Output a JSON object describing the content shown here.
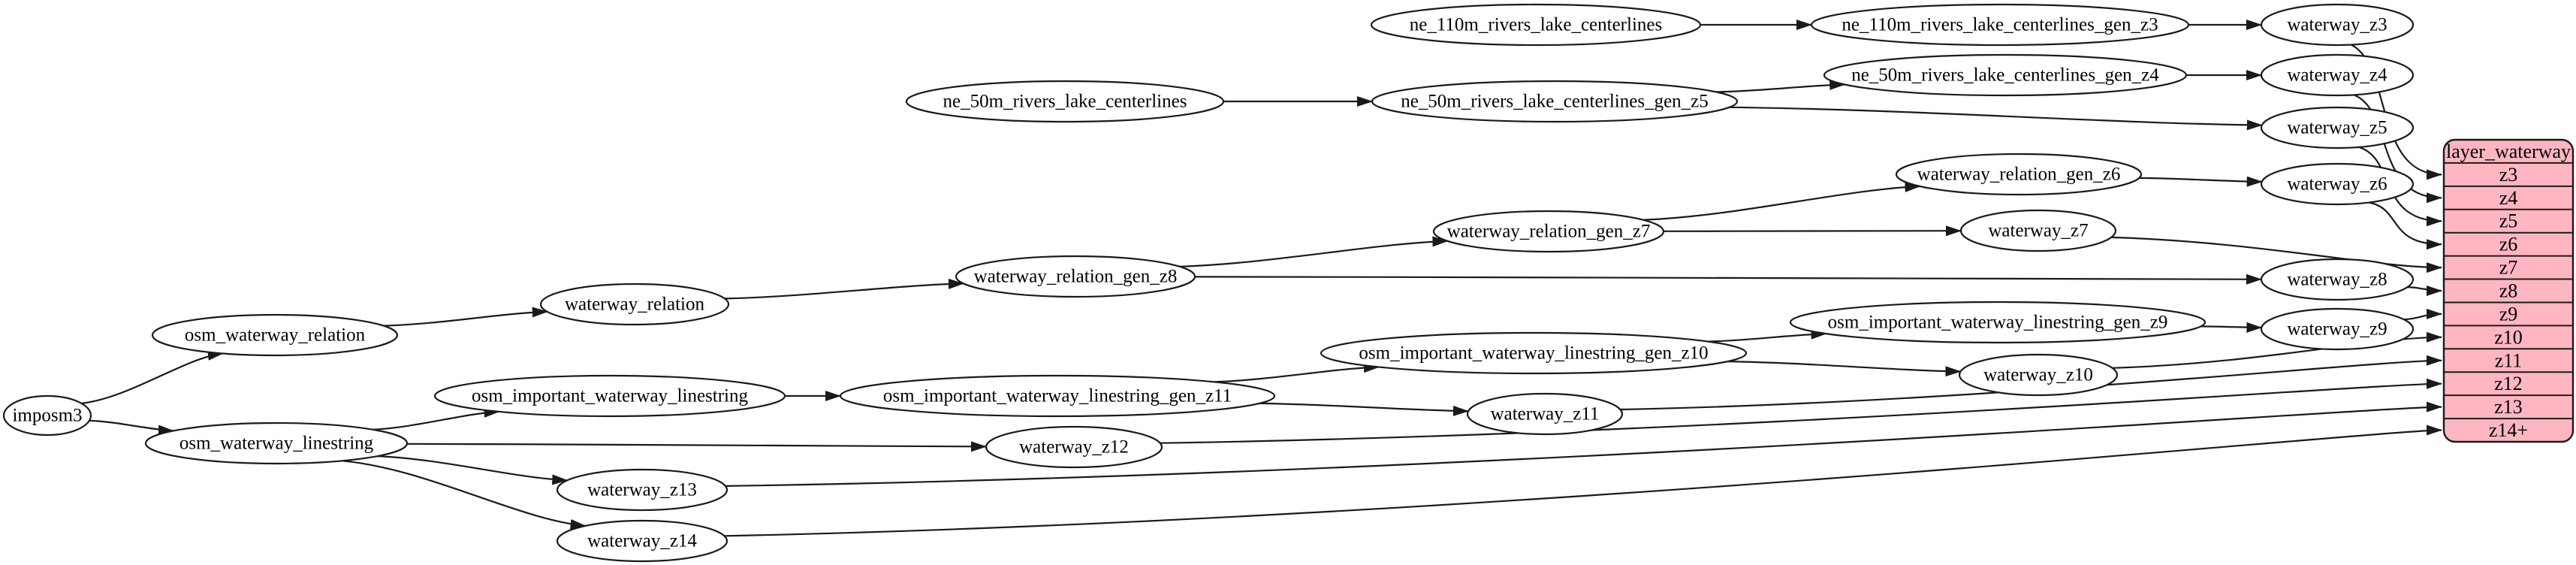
{
  "diagram": {
    "kind": "etl-flow-graph",
    "background": "#ffffff",
    "colors": {
      "node_fill": "#ffffff",
      "node_stroke": "#1a1a1a",
      "edge_stroke": "#1a1a1a",
      "table_fill": "#ffb6c1",
      "table_stroke": "#1a1a1a"
    },
    "nodes": [
      {
        "id": "imposm3",
        "label": "imposm3"
      },
      {
        "id": "osm_waterway_relation",
        "label": "osm_waterway_relation"
      },
      {
        "id": "osm_waterway_linestring",
        "label": "osm_waterway_linestring"
      },
      {
        "id": "waterway_relation",
        "label": "waterway_relation"
      },
      {
        "id": "waterway_relation_gen_z8",
        "label": "waterway_relation_gen_z8"
      },
      {
        "id": "waterway_relation_gen_z7",
        "label": "waterway_relation_gen_z7"
      },
      {
        "id": "waterway_relation_gen_z6",
        "label": "waterway_relation_gen_z6"
      },
      {
        "id": "osm_important_waterway_linestring",
        "label": "osm_important_waterway_linestring"
      },
      {
        "id": "osm_important_waterway_linestring_gen_z11",
        "label": "osm_important_waterway_linestring_gen_z11"
      },
      {
        "id": "osm_important_waterway_linestring_gen_z10",
        "label": "osm_important_waterway_linestring_gen_z10"
      },
      {
        "id": "osm_important_waterway_linestring_gen_z9",
        "label": "osm_important_waterway_linestring_gen_z9"
      },
      {
        "id": "ne_110m_rivers_lake_centerlines",
        "label": "ne_110m_rivers_lake_centerlines"
      },
      {
        "id": "ne_110m_rivers_lake_centerlines_gen_z3",
        "label": "ne_110m_rivers_lake_centerlines_gen_z3"
      },
      {
        "id": "ne_50m_rivers_lake_centerlines",
        "label": "ne_50m_rivers_lake_centerlines"
      },
      {
        "id": "ne_50m_rivers_lake_centerlines_gen_z5",
        "label": "ne_50m_rivers_lake_centerlines_gen_z5"
      },
      {
        "id": "ne_50m_rivers_lake_centerlines_gen_z4",
        "label": "ne_50m_rivers_lake_centerlines_gen_z4"
      },
      {
        "id": "waterway_z3",
        "label": "waterway_z3"
      },
      {
        "id": "waterway_z4",
        "label": "waterway_z4"
      },
      {
        "id": "waterway_z5",
        "label": "waterway_z5"
      },
      {
        "id": "waterway_z6",
        "label": "waterway_z6"
      },
      {
        "id": "waterway_z7",
        "label": "waterway_z7"
      },
      {
        "id": "waterway_z8",
        "label": "waterway_z8"
      },
      {
        "id": "waterway_z9",
        "label": "waterway_z9"
      },
      {
        "id": "waterway_z10",
        "label": "waterway_z10"
      },
      {
        "id": "waterway_z11",
        "label": "waterway_z11"
      },
      {
        "id": "waterway_z12",
        "label": "waterway_z12"
      },
      {
        "id": "waterway_z13",
        "label": "waterway_z13"
      },
      {
        "id": "waterway_z14",
        "label": "waterway_z14"
      }
    ],
    "table": {
      "id": "layer_waterway",
      "title": "layer_waterway",
      "rows": [
        "z3",
        "z4",
        "z5",
        "z6",
        "z7",
        "z8",
        "z9",
        "z10",
        "z11",
        "z12",
        "z13",
        "z14+"
      ]
    },
    "edges": [
      {
        "from": "ne_110m_rivers_lake_centerlines",
        "to": "ne_110m_rivers_lake_centerlines_gen_z3"
      },
      {
        "from": "ne_110m_rivers_lake_centerlines_gen_z3",
        "to": "waterway_z3"
      },
      {
        "from": "ne_50m_rivers_lake_centerlines",
        "to": "ne_50m_rivers_lake_centerlines_gen_z5"
      },
      {
        "from": "ne_50m_rivers_lake_centerlines_gen_z5",
        "to": "ne_50m_rivers_lake_centerlines_gen_z4"
      },
      {
        "from": "ne_50m_rivers_lake_centerlines_gen_z5",
        "to": "waterway_z5"
      },
      {
        "from": "ne_50m_rivers_lake_centerlines_gen_z4",
        "to": "waterway_z4"
      },
      {
        "from": "imposm3",
        "to": "osm_waterway_relation"
      },
      {
        "from": "imposm3",
        "to": "osm_waterway_linestring"
      },
      {
        "from": "osm_waterway_relation",
        "to": "waterway_relation"
      },
      {
        "from": "waterway_relation",
        "to": "waterway_relation_gen_z8"
      },
      {
        "from": "waterway_relation_gen_z8",
        "to": "waterway_relation_gen_z7"
      },
      {
        "from": "waterway_relation_gen_z8",
        "to": "waterway_z8"
      },
      {
        "from": "waterway_relation_gen_z7",
        "to": "waterway_relation_gen_z6"
      },
      {
        "from": "waterway_relation_gen_z7",
        "to": "waterway_z7"
      },
      {
        "from": "waterway_relation_gen_z6",
        "to": "waterway_z6"
      },
      {
        "from": "osm_waterway_linestring",
        "to": "osm_important_waterway_linestring"
      },
      {
        "from": "osm_waterway_linestring",
        "to": "waterway_z12"
      },
      {
        "from": "osm_waterway_linestring",
        "to": "waterway_z13"
      },
      {
        "from": "osm_waterway_linestring",
        "to": "waterway_z14"
      },
      {
        "from": "osm_important_waterway_linestring",
        "to": "osm_important_waterway_linestring_gen_z11"
      },
      {
        "from": "osm_important_waterway_linestring_gen_z11",
        "to": "osm_important_waterway_linestring_gen_z10"
      },
      {
        "from": "osm_important_waterway_linestring_gen_z11",
        "to": "waterway_z11"
      },
      {
        "from": "osm_important_waterway_linestring_gen_z10",
        "to": "osm_important_waterway_linestring_gen_z9"
      },
      {
        "from": "osm_important_waterway_linestring_gen_z10",
        "to": "waterway_z10"
      },
      {
        "from": "osm_important_waterway_linestring_gen_z9",
        "to": "waterway_z9"
      },
      {
        "from": "waterway_z3",
        "to": "layer_waterway:z3"
      },
      {
        "from": "waterway_z4",
        "to": "layer_waterway:z4"
      },
      {
        "from": "waterway_z5",
        "to": "layer_waterway:z5"
      },
      {
        "from": "waterway_z6",
        "to": "layer_waterway:z6"
      },
      {
        "from": "waterway_z7",
        "to": "layer_waterway:z7"
      },
      {
        "from": "waterway_z8",
        "to": "layer_waterway:z8"
      },
      {
        "from": "waterway_z9",
        "to": "layer_waterway:z9"
      },
      {
        "from": "waterway_z10",
        "to": "layer_waterway:z10"
      },
      {
        "from": "waterway_z11",
        "to": "layer_waterway:z11"
      },
      {
        "from": "waterway_z12",
        "to": "layer_waterway:z12"
      },
      {
        "from": "waterway_z13",
        "to": "layer_waterway:z13"
      },
      {
        "from": "waterway_z14",
        "to": "layer_waterway:z14+"
      }
    ]
  }
}
